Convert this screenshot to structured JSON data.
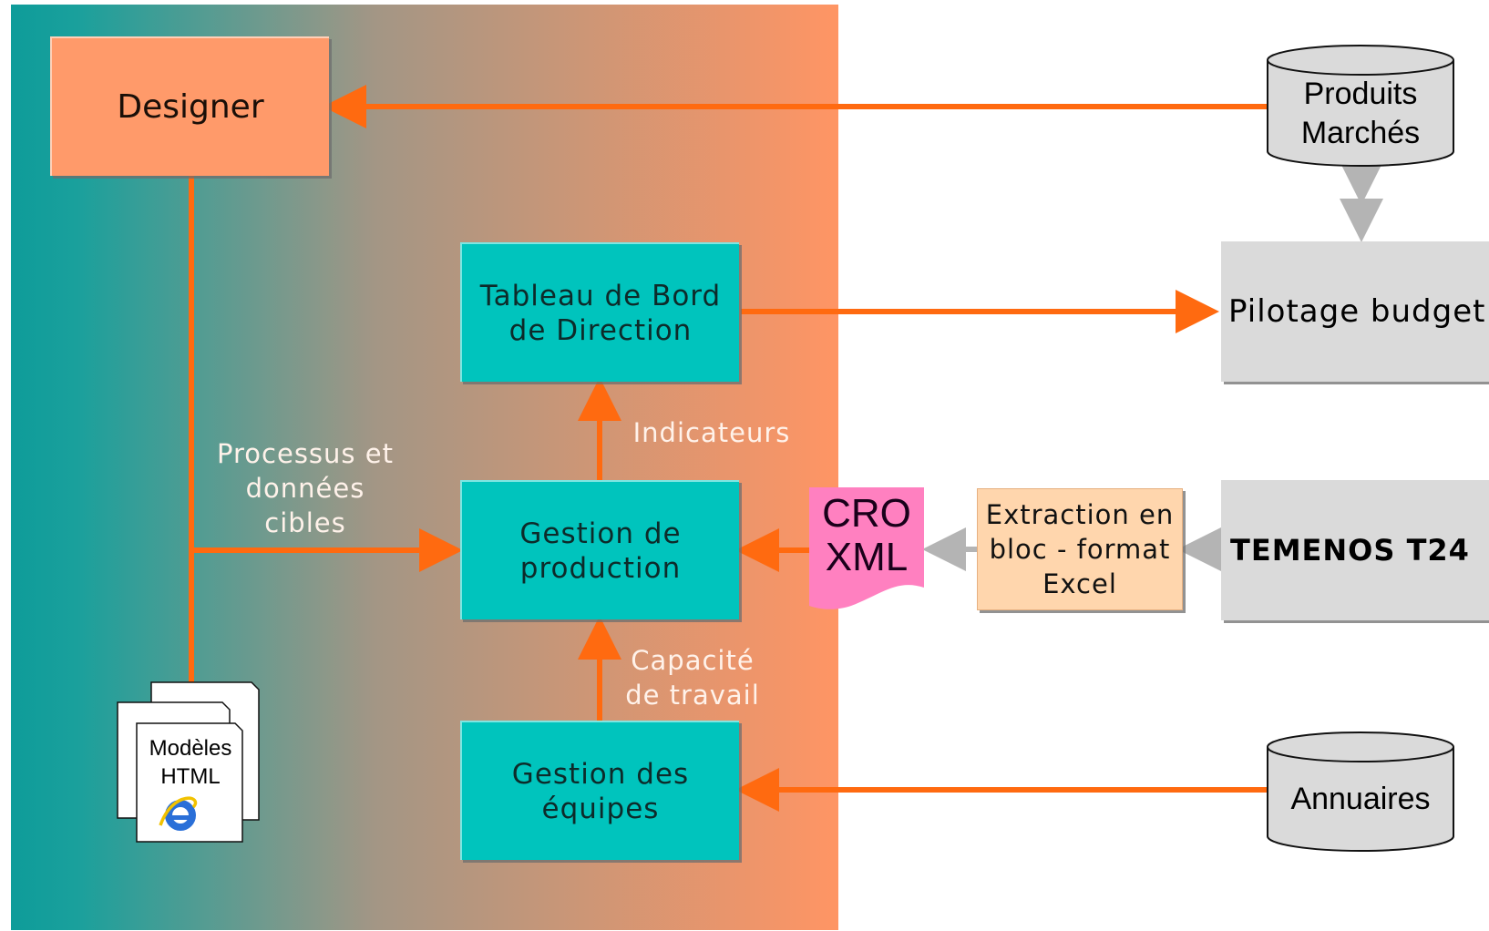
{
  "nodes": {
    "designer": "Designer",
    "tableau": [
      "Tableau de Bord",
      "de Direction"
    ],
    "production": [
      "Gestion de",
      "production"
    ],
    "equipes": [
      "Gestion des",
      "équipes"
    ],
    "produits": [
      "Produits",
      "Marchés"
    ],
    "pilotage": "Pilotage budget",
    "temenos": "TEMENOS T24",
    "extraction": [
      "Extraction en",
      "bloc - format",
      "Excel"
    ],
    "cro": [
      "CRO",
      "XML"
    ],
    "annuaires": "Annuaires",
    "modeles": [
      "Modèles",
      "HTML"
    ]
  },
  "edge_labels": {
    "processus": [
      "Processus et",
      "données",
      "cibles"
    ],
    "indicateurs": "Indicateurs",
    "capacite": [
      "Capacité",
      "de travail"
    ]
  },
  "colors": {
    "arrow": "#ff6a10",
    "grey_arrow": "#b4b4b4",
    "teal": "#00c4bd",
    "designer": "#ff9a6a",
    "cro": "#ff80c0",
    "extraction": "#ffd6ad",
    "grey_box": "#dadada"
  },
  "icons": {
    "browser": "internet-explorer-icon"
  }
}
